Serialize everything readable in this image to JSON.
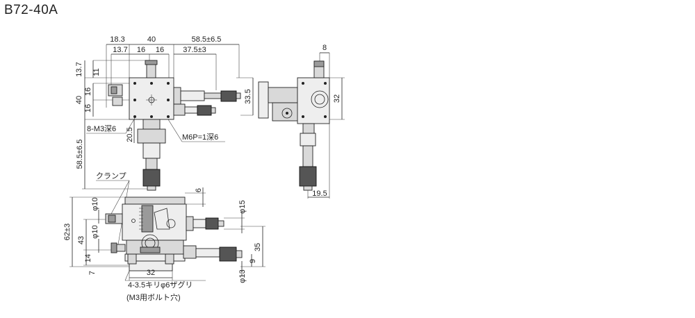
{
  "title": "B72-40A",
  "top_view": {
    "dims_top": [
      "18.3",
      "40",
      "58.5±6.5",
      "13.7",
      "16",
      "16",
      "37.5±3"
    ],
    "dims_left": [
      "13.7",
      "11",
      "40",
      "16",
      "16"
    ],
    "dim_right": "33.5",
    "dim_bottom_v": "20.5",
    "dim_long_v": "58.5±6.5",
    "note_holes": "8-M3深6",
    "note_m6": "M6P=1深6"
  },
  "side_view": {
    "dim_top": "8",
    "dim_right": "32",
    "dim_bottom": "19.5"
  },
  "front_view": {
    "label_clamp": "クランプ",
    "dims_left": [
      "62±3",
      "43",
      "14",
      "7"
    ],
    "dims_phi_left": [
      "φ10",
      "φ10"
    ],
    "dim_top": "6",
    "dims_right": [
      "φ15",
      "35",
      "9",
      "φ13"
    ],
    "dim_bottom": "32",
    "note_counterbore": "4-3.5キリφ6ザグリ",
    "note_bolt": "(M3用ボルト穴)"
  }
}
